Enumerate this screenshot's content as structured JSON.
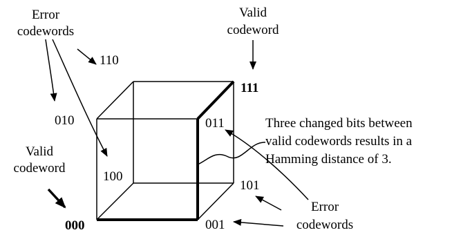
{
  "labels": {
    "error_codewords_top": [
      "Error",
      "codewords"
    ],
    "valid_codeword_top": [
      "Valid",
      "codeword"
    ],
    "valid_codeword_left": [
      "Valid",
      "codeword"
    ],
    "error_codewords_bottom": [
      "Error",
      "codewords"
    ],
    "annotation": [
      "Three changed bits between",
      "valid codewords results in a",
      "Hamming distance of 3."
    ]
  },
  "vertices": {
    "v000": "000",
    "v001": "001",
    "v010": "010",
    "v011": "011",
    "v100": "100",
    "v101": "101",
    "v110": "110",
    "v111": "111"
  }
}
